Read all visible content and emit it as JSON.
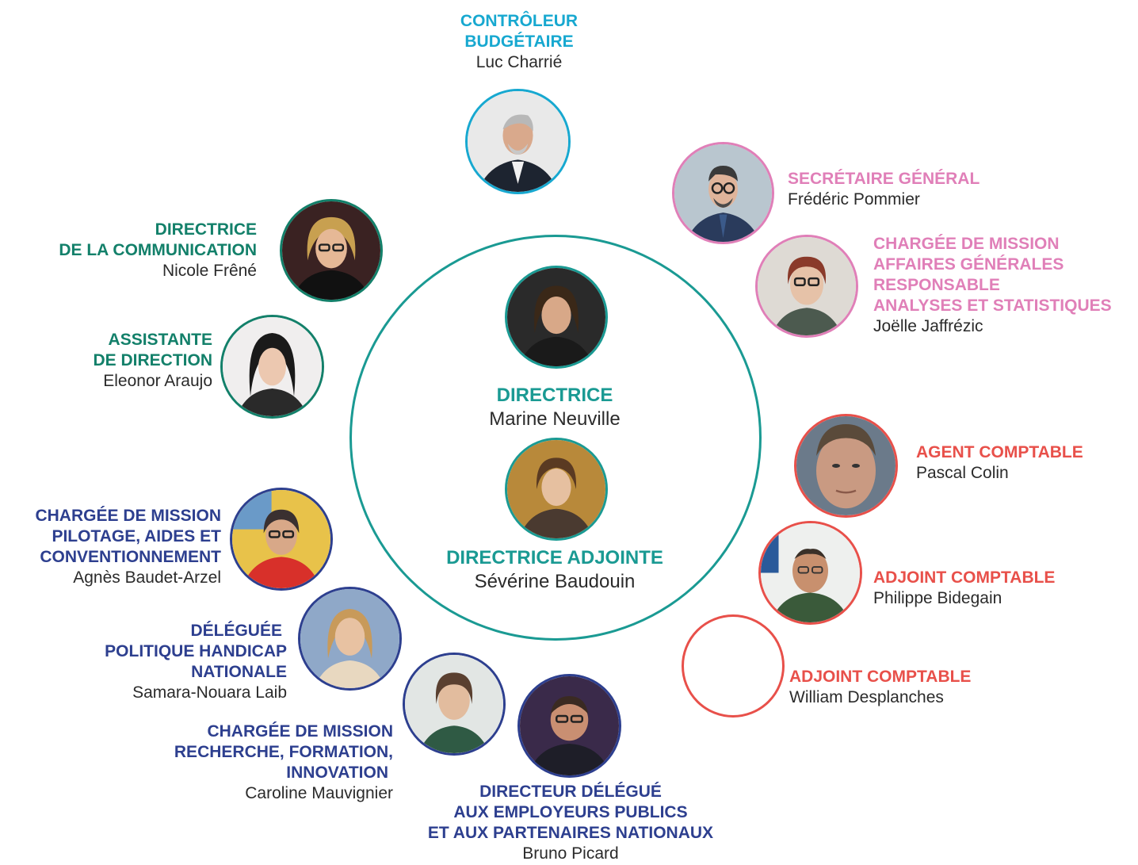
{
  "colors": {
    "teal": "#1a9a93",
    "cyan": "#17a8d0",
    "green": "#13806a",
    "navy": "#2d3f8f",
    "pink": "#e07fb8",
    "red": "#e8504a"
  },
  "center": {
    "director": {
      "title": "DIRECTRICE",
      "name": "Marine Neuville"
    },
    "deputy": {
      "title": "DIRECTRICE ADJOINTE",
      "name": "Sévérine Baudouin"
    }
  },
  "members": {
    "controleur": {
      "title_l1": "CONTRÔLEUR",
      "title_l2": "BUDGÉTAIRE",
      "name": "Luc Charrié"
    },
    "secretaire": {
      "title": "SECRÉTAIRE GÉNÉRAL",
      "name": "Frédéric Pommier"
    },
    "mission_ag": {
      "title_l1": "CHARGÉE DE MISSION",
      "title_l2": "AFFAIRES GÉNÉRALES",
      "title_l3": "RESPONSABLE",
      "title_l4": "ANALYSES ET STATISTIQUES",
      "name": "Joëlle Jaffrézic"
    },
    "agent_comptable": {
      "title": "AGENT COMPTABLE",
      "name": "Pascal Colin"
    },
    "adjoint1": {
      "title": "ADJOINT COMPTABLE",
      "name": "Philippe Bidegain"
    },
    "adjoint2": {
      "title": "ADJOINT COMPTABLE",
      "name": "William Desplanches"
    },
    "directeur_delegue": {
      "title_l1": "DIRECTEUR DÉLÉGUÉ",
      "title_l2": "AUX EMPLOYEURS PUBLICS",
      "title_l3": "ET AUX PARTENAIRES NATIONAUX",
      "name": "Bruno Picard"
    },
    "mission_rfi": {
      "title_l1": "CHARGÉE DE MISSION",
      "title_l2": "RECHERCHE, FORMATION,",
      "title_l3": "INNOVATION",
      "name": "Caroline Mauvignier"
    },
    "deleguee": {
      "title_l1": "DÉLÉGUÉE",
      "title_l2": "POLITIQUE HANDICAP",
      "title_l3": "NATIONALE",
      "name": "Samara-Nouara Laib"
    },
    "mission_pac": {
      "title_l1": "CHARGÉE DE MISSION",
      "title_l2": "PILOTAGE, AIDES ET",
      "title_l3": "CONVENTIONNEMENT",
      "name": "Agnès Baudet-Arzel"
    },
    "assistante": {
      "title_l1": "ASSISTANTE",
      "title_l2": "DE DIRECTION",
      "name": "Eleonor Araujo"
    },
    "communication": {
      "title_l1": "DIRECTRICE",
      "title_l2": "DE LA COMMUNICATION",
      "name": "Nicole Frêné"
    }
  }
}
